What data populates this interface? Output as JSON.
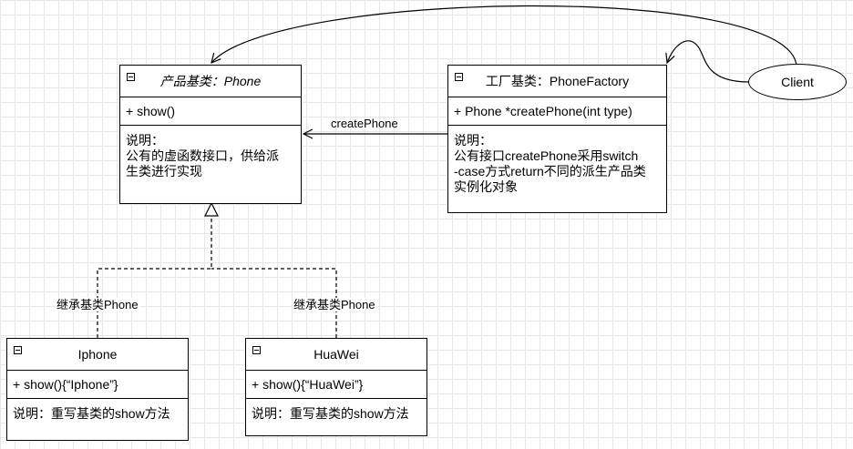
{
  "product_class": {
    "title": "产品基类：Phone",
    "method": "+ show()",
    "note": [
      "说明：",
      "公有的虚函数接口，供给派",
      "生类进行实现"
    ]
  },
  "factory_class": {
    "title": "工厂基类：PhoneFactory",
    "method": "+ Phone *createPhone(int type)",
    "note": [
      "说明：",
      "公有接口createPhone采用switch",
      "-case方式return不同的派生产品类",
      "实例化对象"
    ]
  },
  "iphone_class": {
    "title": "Iphone",
    "method": "+ show(){“Iphone”}",
    "note": "说明：重写基类的show方法"
  },
  "huawei_class": {
    "title": "HuaWei",
    "method": "+ show(){“HuaWei”}",
    "note": "说明：重写基类的show方法"
  },
  "client": {
    "label": "Client"
  },
  "edges": {
    "create_label": "createPhone",
    "inherit_left_label": "继承基类Phone",
    "inherit_right_label": "继承基类Phone"
  }
}
